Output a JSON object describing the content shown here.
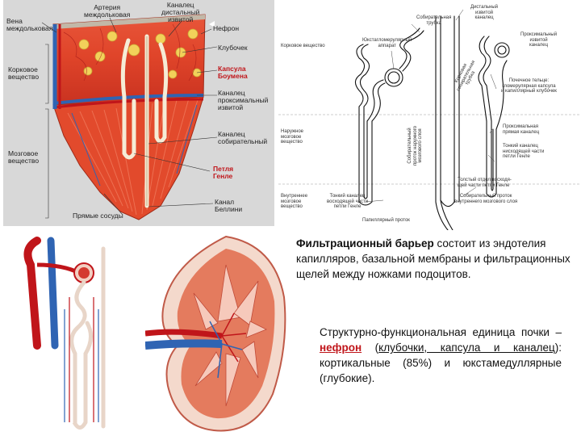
{
  "kidney_section": {
    "labels": {
      "vena": "Вена\nмеждольковая",
      "arteria": "Артерия\nмеждольковая",
      "kanalets_distal": "Каналец\nдистальный\nизвитой",
      "nefron": "Нефрон",
      "klubochek": "Клубочек",
      "korkovoe": "Корковое\nвещество",
      "kapsula": "Капсула\nБоумена",
      "kanalets_prox": "Каналец\nпроксимальный\nизвитой",
      "kanalets_sobir": "Каналец\nсобирательный",
      "mozgovoe": "Мозговое\nвещество",
      "petlya": "Петля\nГенле",
      "kanal_bellini": "Канал\nБеллини",
      "pryamye": "Прямые сосуды"
    }
  },
  "nephron_schematic": {
    "labels": {
      "sobir_trubka": "Собирательная\nтрубка",
      "distal_izvit": "Дистальный\nизвитой\nканалец",
      "yuksta": "Юкстагломерулярный\nаппарат",
      "korkovoe": "Корковое вещество",
      "proximal_izvit": "Проксимальный\nизвитой\nканалец",
      "korkovaya_sobir": "Корковая\nсобирательная\nтрубка",
      "pochechnoe": "Почечное тельце:\nгломерулярная капсула\nи капиллярный клубочек",
      "naruzhnoe": "Наружное\nмозговое\nвещество",
      "sobir_naruzh": "Собирательный\nпроток наружного\nмозгового слоя",
      "proximal_pryam": "Проксимальная\nпрямая каналец",
      "tonkiy_nishod": "Тонкий каналец\nнисходящей части\nпетли Генле",
      "tolstyy": "Толстый отдел восходя-\nщей части петли Генле",
      "vnutrennee": "Внутреннее\nмозговое\nвещество",
      "tonkiy_voshod": "Тонкий каналец\nвосходящей части\nпетли Генле",
      "sobir_vnutr": "Собирательный проток\nвнутреннего мозгового слоя",
      "papillyarny": "Папиллярный проток"
    }
  },
  "barrier_text": {
    "bold": "Фильтрационный барьер",
    "rest": " состоит из эндотелия капилляров, базальной мембраны и фильтрационных щелей между ножками подоцитов."
  },
  "structure_text": {
    "part1": "Структурно-функциональная единица почки – ",
    "nefron": "нефрон",
    "part2": " (",
    "u1": "клубочки, капсула и каналец",
    "part3": "): кортикальные (85%) и юкстамедуллярные (глубокие)."
  },
  "colors": {
    "accent_red": "#c0151a",
    "vein_blue": "#2f64b3",
    "tissue_red": "#e0452a"
  }
}
